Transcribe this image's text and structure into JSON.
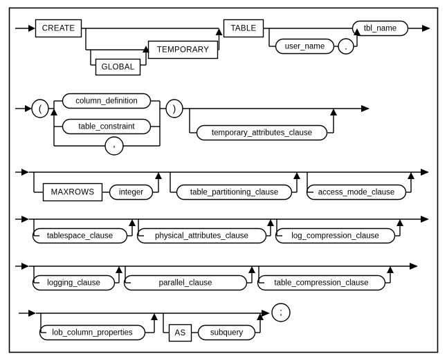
{
  "diagram": {
    "title": "CREATE TABLE syntax diagram",
    "type": "railroad-syntax-diagram",
    "colors": {
      "stroke": "#000000",
      "background": "#ffffff"
    },
    "rows": [
      {
        "id": "row-1",
        "nodes": [
          {
            "name": "create-keyword",
            "label": "CREATE",
            "shape": "box"
          },
          {
            "name": "global-keyword",
            "label": "GLOBAL",
            "shape": "box"
          },
          {
            "name": "temporary-keyword",
            "label": "TEMPORARY",
            "shape": "box"
          },
          {
            "name": "table-keyword",
            "label": "TABLE",
            "shape": "box"
          },
          {
            "name": "user-name-token",
            "label": "user_name",
            "shape": "oval"
          },
          {
            "name": "dot-token",
            "label": ".",
            "shape": "circle"
          },
          {
            "name": "tbl-name-token",
            "label": "tbl_name",
            "shape": "oval"
          }
        ]
      },
      {
        "id": "row-2",
        "nodes": [
          {
            "name": "open-paren-token",
            "label": "(",
            "shape": "circle"
          },
          {
            "name": "column-definition-token",
            "label": "column_definition",
            "shape": "oval"
          },
          {
            "name": "table-constraint-token",
            "label": "table_constraint",
            "shape": "oval"
          },
          {
            "name": "comma-token",
            "label": ",",
            "shape": "circle"
          },
          {
            "name": "close-paren-token",
            "label": ")",
            "shape": "circle"
          },
          {
            "name": "temporary-attributes-clause-token",
            "label": "temporary_attributes_clause",
            "shape": "oval"
          }
        ]
      },
      {
        "id": "row-3",
        "nodes": [
          {
            "name": "maxrows-keyword",
            "label": "MAXROWS",
            "shape": "box"
          },
          {
            "name": "integer-token",
            "label": "integer",
            "shape": "oval"
          },
          {
            "name": "table-partitioning-clause-token",
            "label": "table_partitioning_clause",
            "shape": "oval"
          },
          {
            "name": "access-mode-clause-token",
            "label": "access_mode_clause",
            "shape": "oval"
          }
        ]
      },
      {
        "id": "row-4",
        "nodes": [
          {
            "name": "tablespace-clause-token",
            "label": "tablespace_clause",
            "shape": "oval"
          },
          {
            "name": "physical-attributes-clause-token",
            "label": "physical_attributes_clause",
            "shape": "oval"
          },
          {
            "name": "log-compression-clause-token",
            "label": "log_compression_clause",
            "shape": "oval"
          }
        ]
      },
      {
        "id": "row-5",
        "nodes": [
          {
            "name": "logging-clause-token",
            "label": "logging_clause",
            "shape": "oval"
          },
          {
            "name": "parallel-clause-token",
            "label": "parallel_clause",
            "shape": "oval"
          },
          {
            "name": "table-compression-clause-token",
            "label": "table_compression_clause",
            "shape": "oval"
          }
        ]
      },
      {
        "id": "row-6",
        "nodes": [
          {
            "name": "lob-column-properties-token",
            "label": "lob_column_properties",
            "shape": "oval"
          },
          {
            "name": "as-keyword",
            "label": "AS",
            "shape": "box"
          },
          {
            "name": "subquery-token",
            "label": "subquery",
            "shape": "oval"
          },
          {
            "name": "semicolon-token",
            "label": ";",
            "shape": "circle"
          }
        ]
      }
    ],
    "labels": {
      "create": "CREATE",
      "global": "GLOBAL",
      "temporary": "TEMPORARY",
      "table": "TABLE",
      "user_name": "user_name",
      "dot": ".",
      "tbl_name": "tbl_name",
      "open_paren": "(",
      "close_paren": ")",
      "column_definition": "column_definition",
      "table_constraint": "table_constraint",
      "comma": ",",
      "temporary_attributes_clause": "temporary_attributes_clause",
      "maxrows": "MAXROWS",
      "integer": "integer",
      "table_partitioning_clause": "table_partitioning_clause",
      "access_mode_clause": "access_mode_clause",
      "tablespace_clause": "tablespace_clause",
      "physical_attributes_clause": "physical_attributes_clause",
      "log_compression_clause": "log_compression_clause",
      "logging_clause": "logging_clause",
      "parallel_clause": "parallel_clause",
      "table_compression_clause": "table_compression_clause",
      "lob_column_properties": "lob_column_properties",
      "as": "AS",
      "subquery": "subquery",
      "semicolon": ";"
    }
  }
}
